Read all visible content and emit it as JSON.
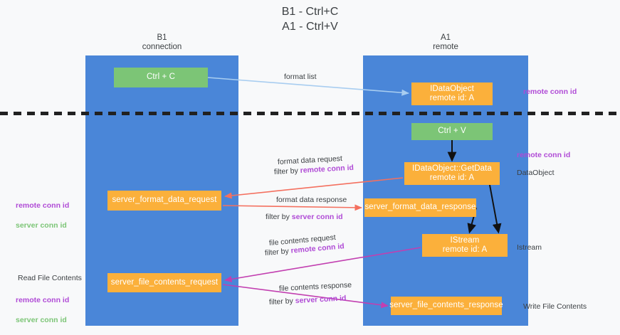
{
  "title": "B1 - Ctrl+C\nA1 - Ctrl+V",
  "lanes": {
    "left": {
      "name": "B1",
      "sub": "connection",
      "heading": "B1\nconnection"
    },
    "right": {
      "name": "A1",
      "sub": "remote",
      "heading": "A1\nremote"
    }
  },
  "nodes": {
    "ctrl_c": "Ctrl + C",
    "idataobject": "IDataObject\nremote id: A",
    "ctrl_v": "Ctrl + V",
    "getdata": "IDataObject::GetData\nremote id: A",
    "server_format_data_request": "server_format_data_request",
    "server_format_data_response": "server_format_data_response",
    "istream": "IStream\nremote id: A",
    "server_file_contents_request": "server_file_contents_request",
    "server_file_contents_response": "server_file_contents_response"
  },
  "edges": {
    "format_list": "format list",
    "format_data_request": "format data request",
    "format_data_request_filter_prefix": "filter by ",
    "format_data_request_filter_key": "remote conn id",
    "format_data_response": "format data response",
    "format_data_response_filter_prefix": "filter by ",
    "format_data_response_filter_key": "server conn id",
    "file_contents_request": "file contents request",
    "file_contents_request_filter_prefix": "filter by ",
    "file_contents_request_filter_key": "remote conn id",
    "file_contents_response": "file contents response",
    "file_contents_response_filter_prefix": "filter by ",
    "file_contents_response_filter_key": "server conn id"
  },
  "annotations": {
    "remote_conn_id_top": "remote conn id",
    "remote_conn_id_mid": "remote conn id",
    "dataobject": "DataObject",
    "istream": "Istream",
    "write_file_contents": "Write File Contents",
    "read_file_contents": "Read File Contents",
    "remote_conn_id": "remote conn id",
    "server_conn_id": "server conn id"
  },
  "colors": {
    "lane": "#4a86d8",
    "green_node": "#7cc576",
    "orange_node": "#fbb03b",
    "purple_text": "#b04bd6",
    "green_text": "#7cc576",
    "arrow_light_blue": "#a8cdf0",
    "arrow_red": "#f4705f",
    "arrow_magenta": "#c23fb0",
    "arrow_black": "#000000",
    "background": "#f8f9fa",
    "divider": "#212121"
  }
}
